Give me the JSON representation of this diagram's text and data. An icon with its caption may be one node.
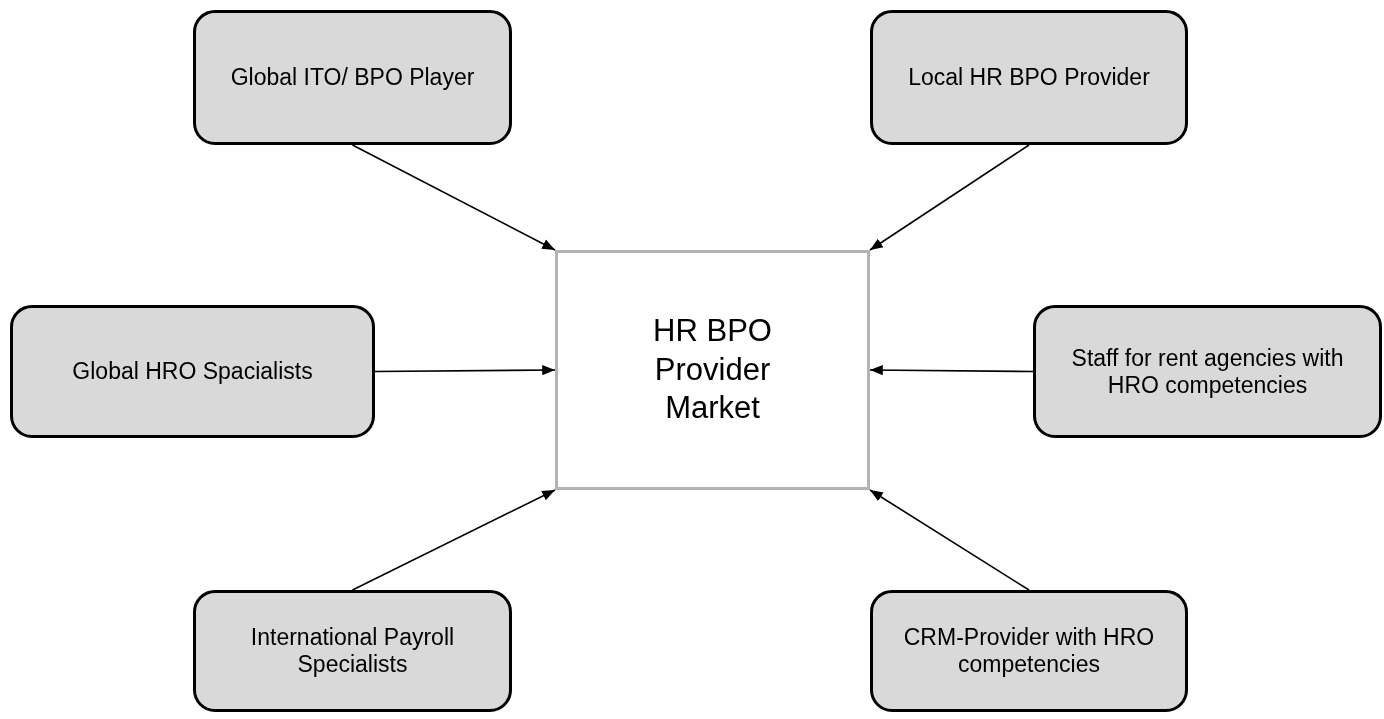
{
  "diagram": {
    "nodes": [
      {
        "text": [
          "Global ITO/ BPO Player"
        ]
      },
      {
        "text": [
          "Local HR BPO Provider"
        ]
      },
      {
        "text": [
          "Global HRO Spacialists"
        ]
      },
      {
        "text": [
          "HR BPO Provider Market"
        ]
      },
      {
        "text": [
          "Staff for rent agencies with HRO competencies"
        ]
      },
      {
        "text": [
          "International Payroll Specialists"
        ]
      },
      {
        "text": [
          "CRM-Provider with HRO competencies"
        ]
      }
    ],
    "edges": [
      {
        "from": 0,
        "to": 3,
        "arrow": "to"
      },
      {
        "from": 1,
        "to": 3,
        "arrow": "to"
      },
      {
        "from": 2,
        "to": 3,
        "arrow": "to"
      },
      {
        "from": 4,
        "to": 3,
        "arrow": "to"
      },
      {
        "from": 5,
        "to": 3,
        "arrow": "to"
      },
      {
        "from": 6,
        "to": 3,
        "arrow": "to"
      }
    ]
  }
}
